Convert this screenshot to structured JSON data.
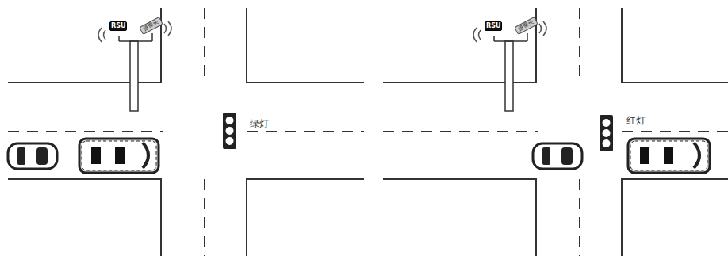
{
  "diagram": {
    "nodes": [
      {
        "text": [
          "RSU"
        ]
      },
      {
        "text": [
          "摄像头"
        ]
      },
      {
        "text": [
          "RSU"
        ]
      },
      {
        "text": [
          "摄像头"
        ]
      }
    ],
    "labels": [
      "绿灯",
      "红灯"
    ]
  }
}
